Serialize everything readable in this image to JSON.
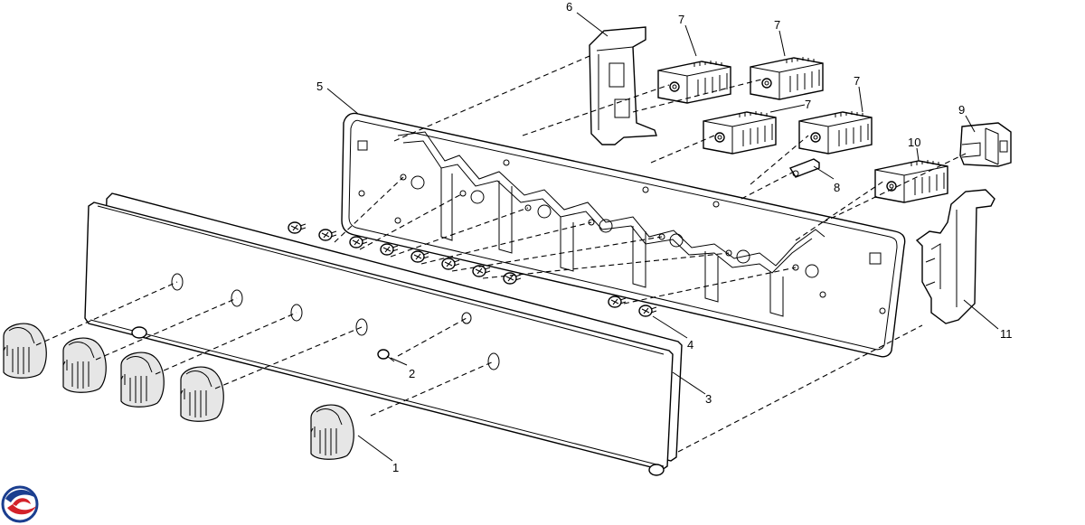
{
  "callouts": {
    "c1": "1",
    "c2": "2",
    "c3": "3",
    "c4": "4",
    "c5": "5",
    "c6": "6",
    "c7a": "7",
    "c7b": "7",
    "c7c": "7",
    "c7d": "7",
    "c8": "8",
    "c9": "9",
    "c10": "10",
    "c11": "11"
  },
  "logo": {
    "icon": "swirl-logo-icon",
    "colors": [
      "#1b3e8f",
      "#d3222a"
    ]
  }
}
